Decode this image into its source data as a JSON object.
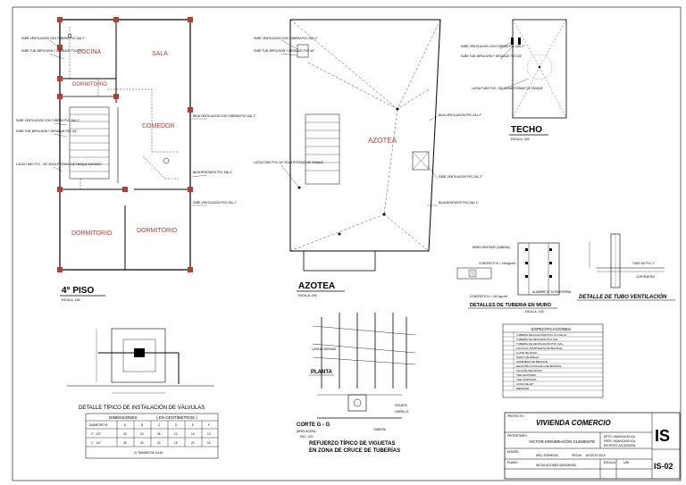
{
  "plan_4": {
    "rooms": {
      "kitchen": "COCINA",
      "living": "SALA",
      "dining": "COMEDOR",
      "bed1": "DORMITORIO",
      "bed2": "DORMITORIO",
      "bed3": "DORMITORIO"
    },
    "title": "4° PISO",
    "scale": "ESCALA: 1/50",
    "notes": [
      "SUBE VENTILACION CON TUBERIA PVC-SAL 2\"",
      "SUBE TUB. IMPULSION Y DESAGUE PVC 3/4\"",
      "SUBE VENTILACION CON TUBERIA PVC-SAL 2\"",
      "SUBE TUB. IMPULSION Y DESAGUE PVC 3/4\"",
      "LLEGA TUBO PVC - 3/4\" AGUA POTABLE DE TANQUE ELEVADO",
      "BAJA VENTILACION CON TUBERIA PVC-SAL 2\"",
      "BAJA MONTANTE PVC-SAL 4\"",
      "SUBE VENTILACION PVC-SAL 2\""
    ]
  },
  "roof": {
    "label": "AZOTEA",
    "title": "AZOTEA",
    "scale": "ESCALA: 1/50",
    "notes": [
      "SUBE VENTILACION CON TUBERIA PVC-SAL 2\"",
      "SUBE TUB. IMPULSION Y DESAGUE PVC 3/4\"",
      "LLEGA TUBO PVC 3/4\" AGUA POTABLE DE TANQUE",
      "BAJA VENTILACION PVC-SAL 2\"",
      "SUBE VENTILACION PVC-SAL 2\"",
      "BAJA MONTANTE PVC-SAL 4\""
    ]
  },
  "techo": {
    "title": "TECHO",
    "scale": "ESCALA: 1/50",
    "notes": [
      "SUBE VENTILACION CON TUBERIA PVC-SAL 2\"",
      "SUBE TUB. IMPULSION Y DESAGUE PVC 3/4\"",
      "LLEGA TUBO PVC - 3/4\" AGUA POTABLE DE TANQUE"
    ]
  },
  "pipe_wall": {
    "title": "DETALLES DE TUBERIA EN MURO",
    "scale": "ESCALA: 1/25",
    "labels": [
      "MURO DENTADO (CABEZA)",
      "CONCRETO f'c = 140kg/cm2",
      "CONCRETO f'c = 140 kg/cm2",
      "ALAMBRE N° 16 EN ESPIRAL"
    ]
  },
  "vent_pipe": {
    "title": "DETALLE DE TUBO VENTILACIÓN",
    "labels": [
      "TUBO DE PVC 2\"",
      "CONTRAPISO"
    ]
  },
  "valves": {
    "title": "DETALLE TÍPICO DE INSTALACIÓN DE VÁLVULAS",
    "table_header": [
      "DIMENSIONES",
      "( EN CENTÍMETROS )"
    ],
    "cols": [
      "DIÁMETRO Ø",
      "A",
      "B",
      "C",
      "D",
      "E",
      "F"
    ],
    "rows": [
      [
        "1\" - 1/2\"",
        "30",
        "20",
        "25",
        "10",
        "15",
        "10"
      ],
      [
        "1\" - 1/2\"",
        "35",
        "25",
        "30",
        "15",
        "20",
        "15"
      ]
    ],
    "note": "(*) TAMAÑO DE CAJA"
  },
  "joist": {
    "plan_label": "PLANTA",
    "section_label": "CORTE G - G",
    "section_sub": "(NIVELACIÓN)",
    "scale": "ESC. 1/20",
    "title_lines": [
      "REFUERZO TÍPICO DE VIGUETAS",
      "EN ZONA DE CRUCE DE TUBERÍAS"
    ],
    "labels": [
      "LOSA ALIGERADA",
      "VIGUETA",
      "LADRILLO",
      "TUBERÍA"
    ]
  },
  "specs": {
    "title": "ESPECIFICACIONES",
    "items": [
      "TUBERÍA DE AGUA FRÍA PVC CLASE 10",
      "TUBERÍA DE DESAGÜE PVC SAL",
      "TUBERÍA DE VENTILACIÓN PVC SAL",
      "VÁLVULA COMPUERTA DE BRONCE",
      "LLAVE DE PASO",
      "GRIFO DE RIEGO",
      "SUMIDERO DE BRONCE",
      "REGISTRO ROSCADO DE BRONCE",
      "CAJA DE REGISTRO",
      "TEE SANITARIA",
      "YEE SANITARIA",
      "CODO DE 90°",
      "MEDIDOR"
    ]
  },
  "title_block": {
    "project_label": "PROYECTO:",
    "project": "VIVIENDA COMERCIO",
    "owner_label": "PROPIETARIO:",
    "owner": "VICTOR MONDRAGÓN CLEMENTE",
    "location_lines": [
      "DPTO: HUANCAVELICA",
      "PROV: HUANCAVELICA",
      "DISTRITO: ASCENSIÓN"
    ],
    "drawing_label": "PLANO:",
    "drawing": "INSTALACIONES SANITARIAS",
    "scale_label": "ESCALA:",
    "scale": "1/50",
    "date_label": "FECHA:",
    "date": "AGOSTO 2019",
    "designer_label": "DISEÑO:",
    "designer": "ARQ. ESPINOZA",
    "discipline": "IS",
    "sheet_no": "IS-02"
  }
}
